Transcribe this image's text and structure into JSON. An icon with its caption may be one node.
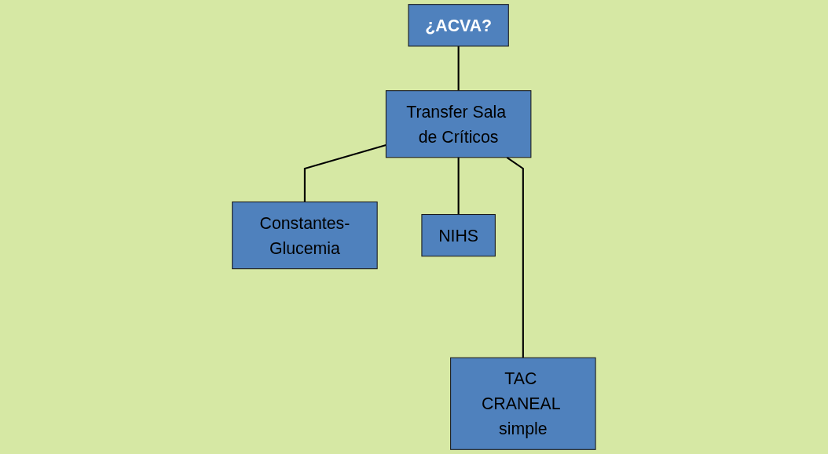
{
  "diagram": {
    "nodes": [
      {
        "text": [
          "¿ACVA?"
        ]
      },
      {
        "text": [
          "Transfer Sala de Críticos"
        ]
      },
      {
        "text": [
          "Constantes-Glucemia"
        ]
      },
      {
        "text": [
          "NIHS"
        ]
      },
      {
        "text": [
          "TAC CRANEAL simple"
        ]
      }
    ],
    "edges": [
      {
        "from": 0,
        "to": 1,
        "arrow": "none"
      },
      {
        "from": 1,
        "to": 2,
        "arrow": "none"
      },
      {
        "from": 1,
        "to": 3,
        "arrow": "none"
      },
      {
        "from": 1,
        "to": 4,
        "arrow": "none"
      }
    ]
  }
}
